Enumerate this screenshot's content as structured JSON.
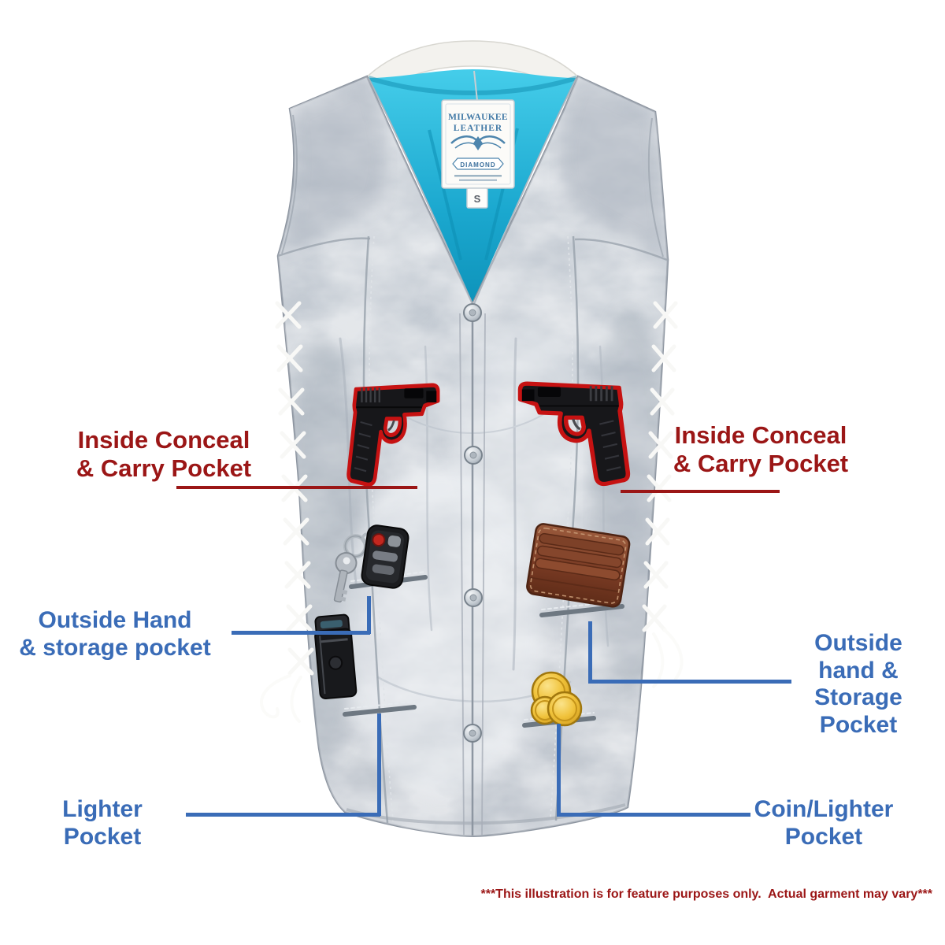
{
  "colors": {
    "callout_red": "#9b1616",
    "callout_blue": "#3a6cb7",
    "gun_outline_red": "#c61212",
    "lining_teal": "#1ba8cf",
    "vest_gray": "#c6ccd4"
  },
  "labels": {
    "inside_conceal_left": "Inside Conceal\n& Carry Pocket",
    "inside_conceal_right": "Inside Conceal\n& Carry Pocket",
    "outside_hand_left": "Outside Hand\n& storage pocket",
    "outside_hand_right": "Outside\nhand &\nStorage\nPocket",
    "lighter_pocket": "Lighter\nPocket",
    "coin_lighter_pocket": "Coin/Lighter\nPocket"
  },
  "tag": {
    "brand_line1": "MILWAUKEE",
    "brand_line2": "LEATHER",
    "banner": "DIAMOND",
    "size": "S"
  },
  "footer": {
    "disclaimer": "***This illustration is for feature purposes only.  Actual garment may vary***"
  }
}
